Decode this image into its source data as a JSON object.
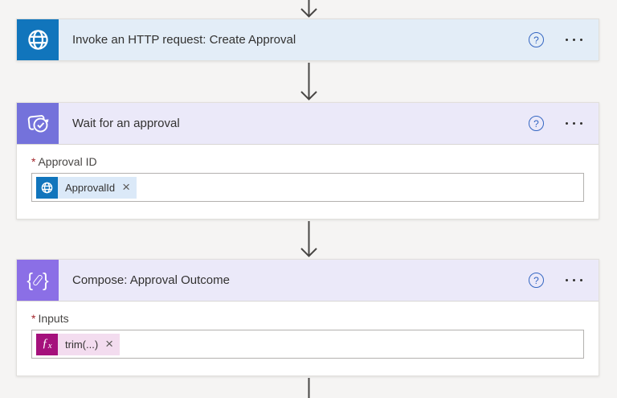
{
  "flow": {
    "cards": [
      {
        "title": "Invoke an HTTP request: Create Approval",
        "icon": "globe-icon",
        "expanded": false
      },
      {
        "title": "Wait for an approval",
        "icon": "approvals-icon",
        "expanded": true,
        "field": {
          "label": "Approval ID",
          "required": true,
          "token": {
            "icon": "globe-icon",
            "text": "ApprovalId"
          }
        }
      },
      {
        "title": "Compose: Approval Outcome",
        "icon": "compose-icon",
        "expanded": true,
        "field": {
          "label": "Inputs",
          "required": true,
          "token": {
            "icon": "fx-icon",
            "text": "trim(...)"
          }
        }
      }
    ]
  },
  "common": {
    "help_label": "?",
    "close_label": "×",
    "required_marker": "*",
    "more_options": "more options"
  },
  "colors": {
    "page_bg": "#F5F4F3",
    "http_tile_blue": "#1175BC",
    "http_header_blue": "#E3EDF7",
    "approvals_tile_purple": "#7472DB",
    "compose_tile_purple": "#8B6FE6",
    "purple_header": "#EBE9F9",
    "token_blue_bg": "#DBE9F8",
    "token_pink_bg": "#F3DCEF",
    "fx_tile_magenta": "#A5117C",
    "help_icon_blue": "#3466C2",
    "required_red": "#A4262C",
    "arrow_gray": "#484644"
  }
}
